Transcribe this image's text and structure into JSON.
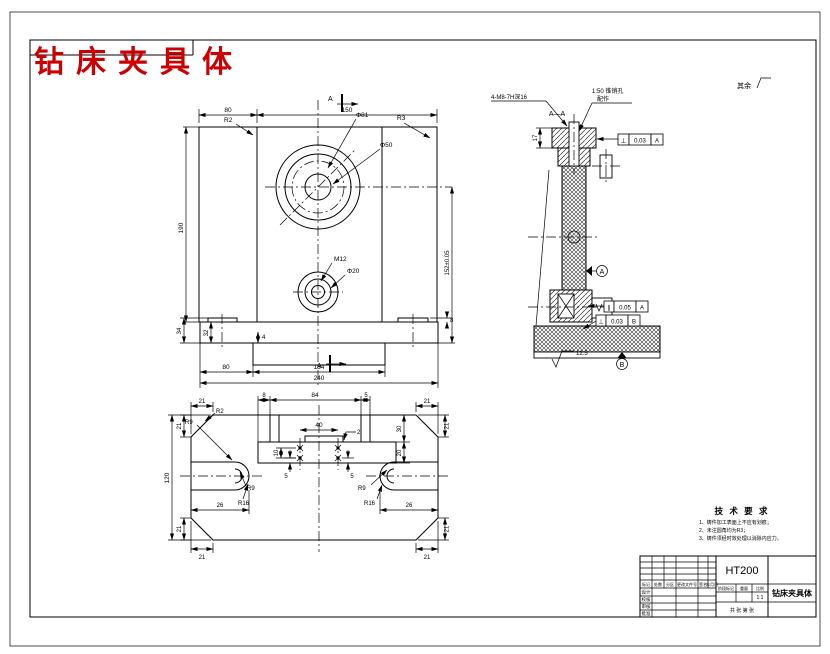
{
  "drawing_title": "钻床夹具体",
  "surface_note": "其余",
  "front_view": {
    "dim_80": "80",
    "dim_150": "150",
    "fillet_r2": "R2",
    "fillet_r3": "R3",
    "label_d81": "Φ81",
    "label_d50": "Φ50",
    "label_m12": "M12",
    "label_d20": "Φ20",
    "dim_190": "190",
    "dim_152": "152±0.05",
    "dim_34": "34",
    "dim_32": "32",
    "dim_4": "4",
    "dim_8": "8",
    "base_80": "80",
    "base_134": "134",
    "base_240": "240",
    "mark_a": "A"
  },
  "section_view": {
    "label_aa": "A—A",
    "tap": "4-M8-7H深16",
    "pin1": "1:50 锥销孔",
    "pin2": "配作",
    "dim_17": "17",
    "fcf1": {
      "sym": "⊥",
      "val": "0.03",
      "ref": "A"
    },
    "fcf2": {
      "sym": "∥",
      "val": "0.05",
      "ref": "A"
    },
    "fcf3": {
      "sym": "⊥",
      "val": "0.03",
      "ref": "B"
    },
    "datum_a": "A",
    "datum_b": "B",
    "rough": "12.5"
  },
  "bottom_view": {
    "dim_21": "21",
    "dim_120": "120",
    "dim_26": "26",
    "dim_8": "8",
    "dim_84": "84",
    "dim_5": "5",
    "dim_40": "40",
    "dim_2": "2",
    "dim_10": "10",
    "dim_30": "30",
    "dim_20": "20",
    "dim_5b": "5",
    "slot_r9": "R9",
    "slot_r16": "R16",
    "corner_r2": "R2",
    "corner_r9": "R9"
  },
  "tech_requirements": {
    "title": "技 术 要 求",
    "item_1": "1、铸件加工表面上不应有划痕；",
    "item_2": "2、未注圆角均为R3；",
    "item_3": "3、铸件须经时效处理以消除内应力。"
  },
  "title_block": {
    "material": "HT200",
    "part_name": "钻床夹具体",
    "rev_headers": [
      "标记",
      "处数",
      "分区",
      "更改文件号",
      "签名",
      "年月日"
    ],
    "roles": [
      "设计",
      "校核",
      "审核",
      "批准"
    ],
    "stage": "阶段标记",
    "weight": "重量",
    "scale": "比例",
    "scale_value": "1:1",
    "sheet": "共 张 第 张"
  }
}
